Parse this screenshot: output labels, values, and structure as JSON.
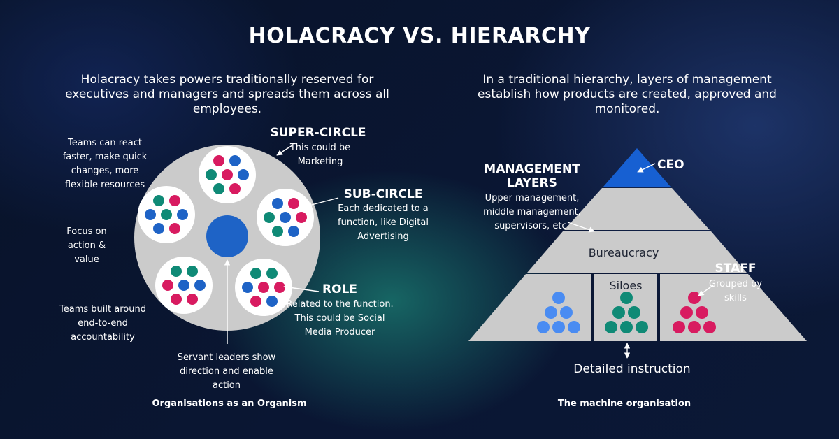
{
  "title": "HOLACRACY VS. HIERARCHY",
  "holacracy": {
    "intro": "Holacracy takes powers traditionally reserved for executives and managers and spreads them across all employees.",
    "side_notes": [
      "Teams can react faster, make quick changes, more flexible resources",
      "Focus on action & value",
      "Teams built around end-to-end accountability"
    ],
    "super_circle": {
      "heading": "SUPER-CIRCLE",
      "text": "This could be Marketing"
    },
    "sub_circle": {
      "heading": "SUB-CIRCLE",
      "text": "Each dedicated to a function, like Digital Advertising"
    },
    "role": {
      "heading": "ROLE",
      "text": "Related to the function. This could be Social Media Producer"
    },
    "servant_leaders": "Servant leaders show direction and enable action",
    "caption": "Organisations as an Organism"
  },
  "hierarchy": {
    "intro": "In a traditional hierarchy, layers of management establish how products are created, approved and monitored.",
    "ceo": "CEO",
    "management": {
      "heading": "MANAGEMENT LAYERS",
      "text": "Upper management, middle management, supervisors, etc."
    },
    "bureaucracy": "Bureaucracy",
    "siloes": "Siloes",
    "staff": {
      "heading": "STAFF",
      "text": "Grouped by skills"
    },
    "instruction": "Detailed instruction",
    "caption": "The machine organisation"
  },
  "colors": {
    "pink": "#d81b60",
    "blue": "#1e63c6",
    "teal": "#0f8a76",
    "light_blue": "#4a8cf2",
    "grey": "#cbcbcb",
    "ceo": "#1760d2"
  }
}
